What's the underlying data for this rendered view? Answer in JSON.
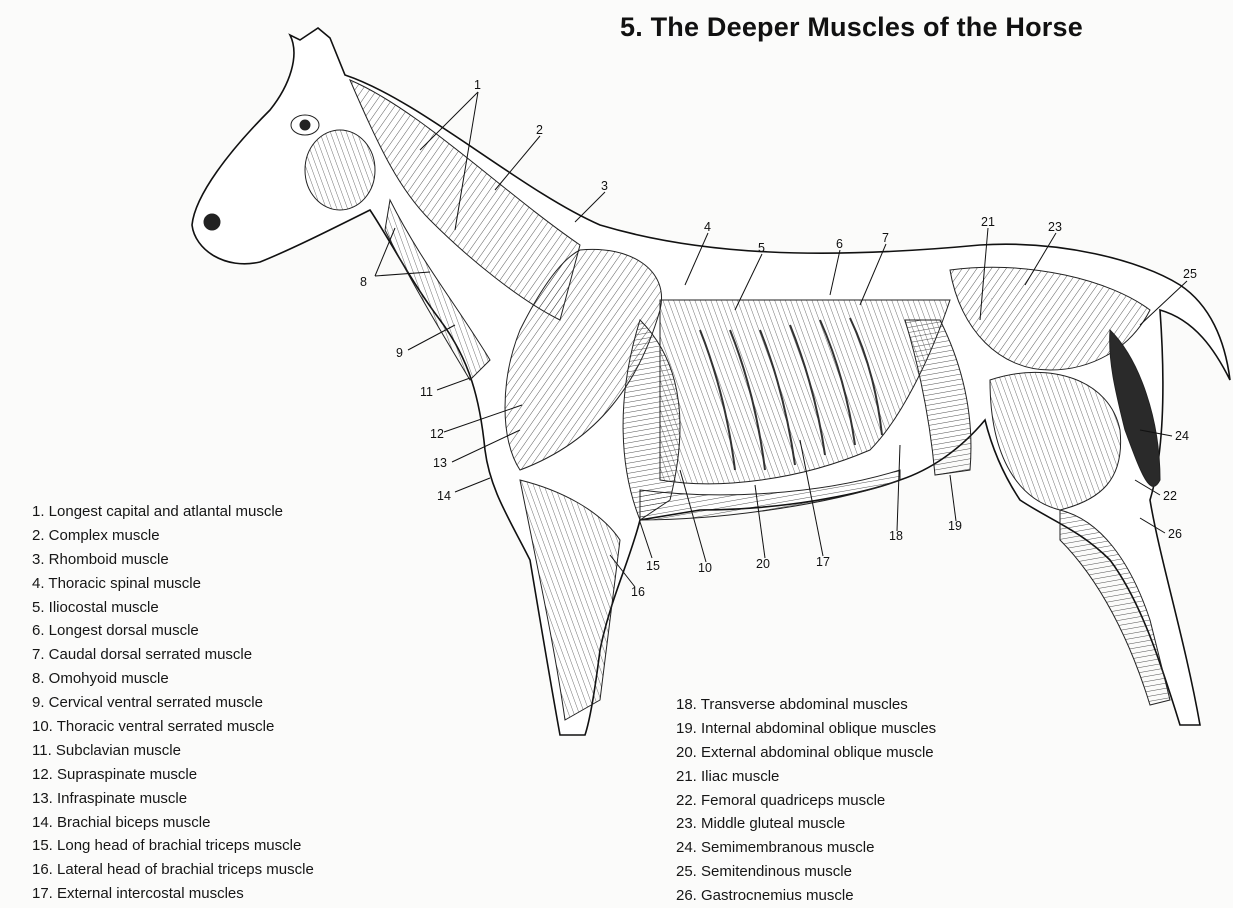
{
  "title": "5. The Deeper Muscles of the Horse",
  "callouts": [
    "1",
    "2",
    "3",
    "4",
    "5",
    "6",
    "7",
    "8",
    "9",
    "10",
    "11",
    "12",
    "13",
    "14",
    "15",
    "16",
    "17",
    "18",
    "19",
    "20",
    "21",
    "22",
    "23",
    "24",
    "25",
    "26"
  ],
  "legend_left": [
    "1. Longest capital and atlantal muscle",
    "2. Complex muscle",
    "3. Rhomboid muscle",
    "4. Thoracic spinal muscle",
    "5. Iliocostal muscle",
    "6. Longest dorsal muscle",
    "7. Caudal dorsal serrated muscle",
    "8. Omohyoid muscle",
    "9. Cervical ventral serrated muscle",
    "10. Thoracic ventral serrated muscle",
    "11. Subclavian muscle",
    "12. Supraspinate muscle",
    "13. Infraspinate muscle",
    "14. Brachial biceps muscle",
    "15. Long head of brachial triceps muscle",
    "16. Lateral head of brachial triceps muscle",
    "17. External intercostal muscles"
  ],
  "legend_right": [
    "18. Transverse abdominal muscles",
    "19. Internal abdominal oblique muscles",
    "20. External abdominal oblique muscle",
    "21. Iliac muscle",
    "22. Femoral quadriceps muscle",
    "23. Middle gluteal muscle",
    "24. Semimembranous muscle",
    "25. Semitendinous muscle",
    "26. Gastrocnemius muscle"
  ]
}
